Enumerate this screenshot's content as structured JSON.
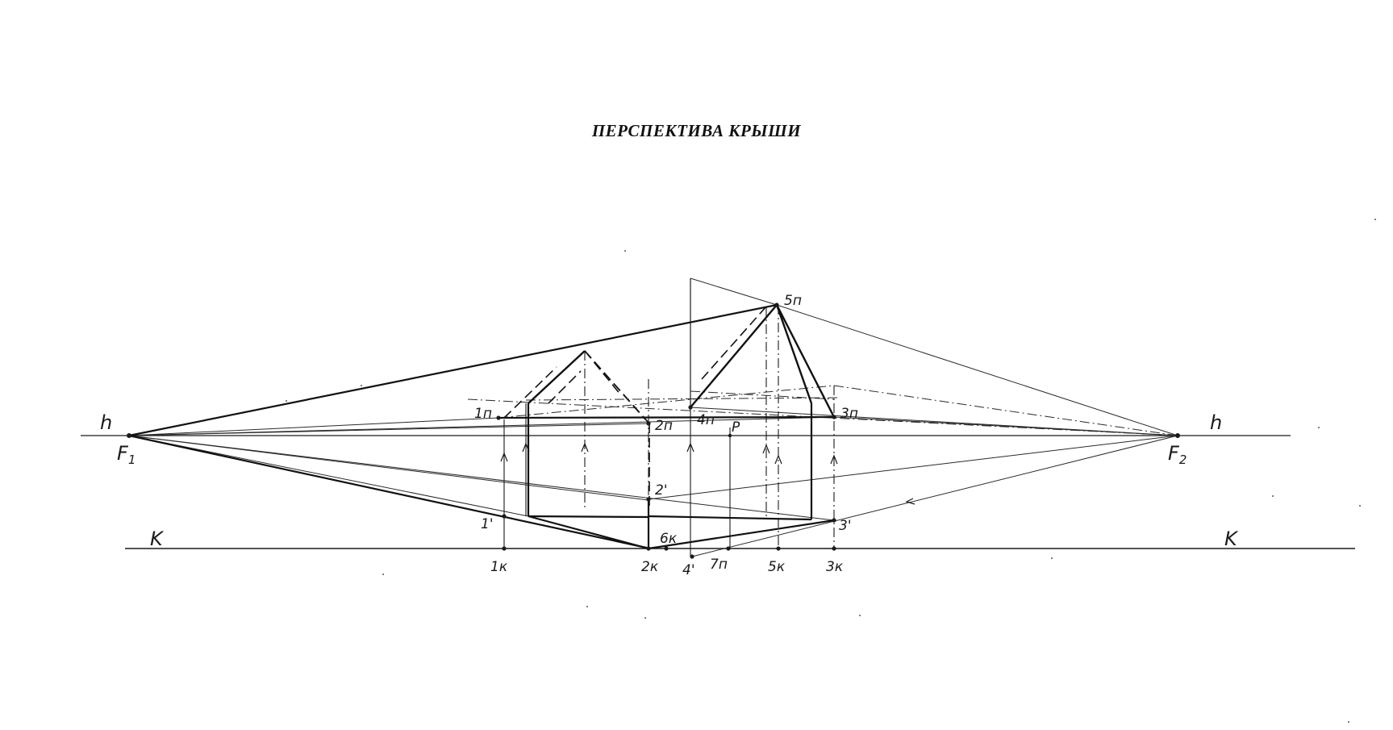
{
  "title": "ПЕРСПЕКТИВА КРЫШИ",
  "colors": {
    "ink": "#1a1a1a",
    "paper": "#ffffff"
  },
  "labels": {
    "horizon_left": "h",
    "horizon_right": "h",
    "ground_left": "K",
    "ground_right": "K",
    "f1": "F",
    "f1_sub": "1",
    "f2": "F",
    "f2_sub": "2",
    "p1_top": "1п",
    "p2_top": "2п",
    "p4_top": "4п",
    "p3_top": "3п",
    "p5_top": "5п",
    "p_center": "P",
    "p2_mid": "2'",
    "p1_mid": "1'",
    "p3_mid": "3'",
    "p6_ground": "6к",
    "p1_ground": "1к",
    "p2_ground": "2к",
    "p4_ground": "4'",
    "p7_ground": "7п",
    "p5_ground": "5к",
    "p3_ground": "3к"
  }
}
